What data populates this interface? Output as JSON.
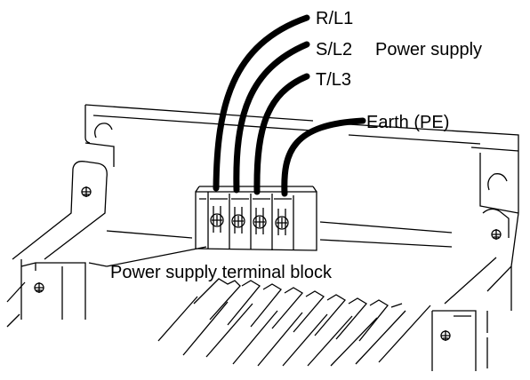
{
  "labels": {
    "r_l1": "R/L1",
    "s_l2": "S/L2",
    "power_supply": "Power supply",
    "t_l3": "T/L3",
    "earth": "Earth (PE)",
    "terminal_block": "Power supply terminal block"
  },
  "colors": {
    "line": "#000000",
    "background": "#ffffff"
  },
  "icons": [
    "earth-screw-icon",
    "terminal-screw-icon",
    "mounting-hole-icon"
  ]
}
